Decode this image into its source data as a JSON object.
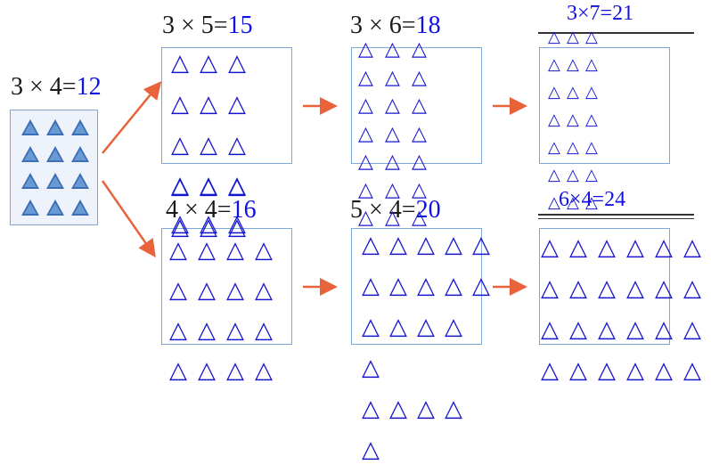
{
  "start": {
    "expr": "3 × 4=",
    "result": "12"
  },
  "top_row": [
    {
      "expr": "3 × 5=",
      "result": "15",
      "rows": [
        3,
        3,
        3,
        3,
        3
      ]
    },
    {
      "expr": "3 × 6=",
      "result": "18",
      "rows": [
        3,
        3,
        3,
        3,
        3,
        3,
        3
      ]
    },
    {
      "expr": "3×7=21",
      "rows": [
        3,
        3,
        3,
        3,
        3,
        3,
        3
      ]
    }
  ],
  "bottom_row": [
    {
      "expr": "4 × 4=",
      "result": "16",
      "rows": [
        4,
        4,
        4,
        4
      ]
    },
    {
      "expr": "5 × 4=",
      "result": "20",
      "rows": [
        5,
        5,
        4,
        1,
        4,
        1
      ]
    },
    {
      "expr": "6×4=24",
      "rows": [
        6,
        6,
        6,
        6
      ]
    }
  ],
  "triangle_glyph": "△",
  "colors": {
    "answer": "#1010e0",
    "arrow": "#e8623a",
    "box_border": "#7ea6d8",
    "filled_triangle": "#3a6fb5"
  }
}
